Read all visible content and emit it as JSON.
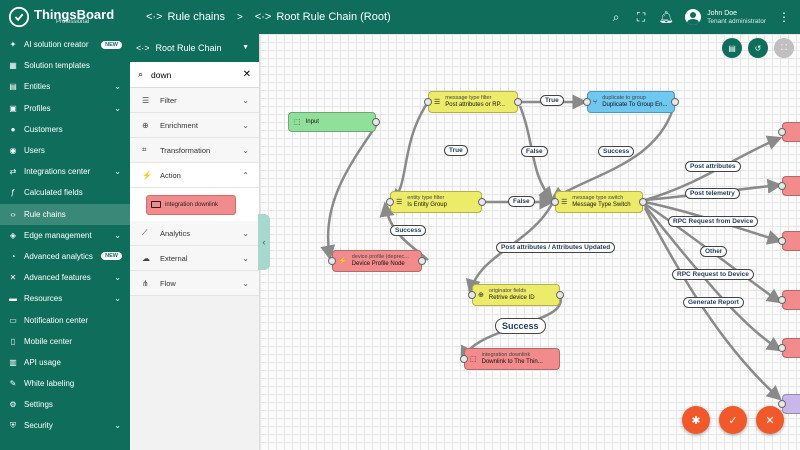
{
  "brand": {
    "name": "ThingsBoard",
    "edition": "Professional"
  },
  "breadcrumbs": {
    "parent": "Rule chains",
    "separator": ">",
    "current": "Root Rule Chain (Root)"
  },
  "user": {
    "name": "John Doe",
    "role": "Tenant administrator"
  },
  "sidebar": {
    "items": [
      {
        "label": "AI solution creator",
        "badge": "NEW"
      },
      {
        "label": "Solution templates"
      },
      {
        "label": "Entities"
      },
      {
        "label": "Profiles"
      },
      {
        "label": "Customers"
      },
      {
        "label": "Users"
      },
      {
        "label": "Integrations center"
      },
      {
        "label": "Calculated fields"
      },
      {
        "label": "Rule chains"
      },
      {
        "label": "Edge management"
      },
      {
        "label": "Advanced analytics",
        "badge": "NEW"
      },
      {
        "label": "Advanced features"
      },
      {
        "label": "Resources"
      },
      {
        "label": "Notification center"
      },
      {
        "label": "Mobile center"
      },
      {
        "label": "API usage"
      },
      {
        "label": "White labeling"
      },
      {
        "label": "Settings"
      },
      {
        "label": "Security"
      }
    ]
  },
  "library": {
    "chain": "Root Rule Chain",
    "search": "down",
    "categories": [
      "Filter",
      "Enrichment",
      "Transformation",
      "Action",
      "Analytics",
      "External",
      "Flow"
    ],
    "action_node": "integration downlink"
  },
  "nodes": {
    "input": {
      "name": "Input"
    },
    "msg_type_filter": {
      "type": "message type filter",
      "name": "Post attributes or RP..."
    },
    "dup_group": {
      "type": "duplicate to group",
      "name": "Duplicate To Group En..."
    },
    "entity_filter": {
      "type": "entity type filter",
      "name": "Is Entity Group"
    },
    "msg_switch": {
      "type": "message type switch",
      "name": "Message Type Switch"
    },
    "device_profile": {
      "type": "device profile (deprec...",
      "name": "Device Profile Node"
    },
    "originator": {
      "type": "originator fields",
      "name": "Retrive device ID"
    },
    "downlink": {
      "type": "integration downlink",
      "name": "Downlink to The Thin..."
    }
  },
  "links": {
    "true1": "True",
    "true2": "True",
    "false1": "False",
    "false2": "False",
    "success1": "Success",
    "success2": "Success",
    "success3": "Success",
    "post_attr": "Post attributes",
    "post_tel": "Post telemetry",
    "rpc_from": "RPC Request from Device",
    "other": "Other",
    "rpc_to": "RPC Request to Device",
    "gen_report": "Generate Report",
    "post_attr_upd": "Post attributes / Attributes Updated"
  }
}
